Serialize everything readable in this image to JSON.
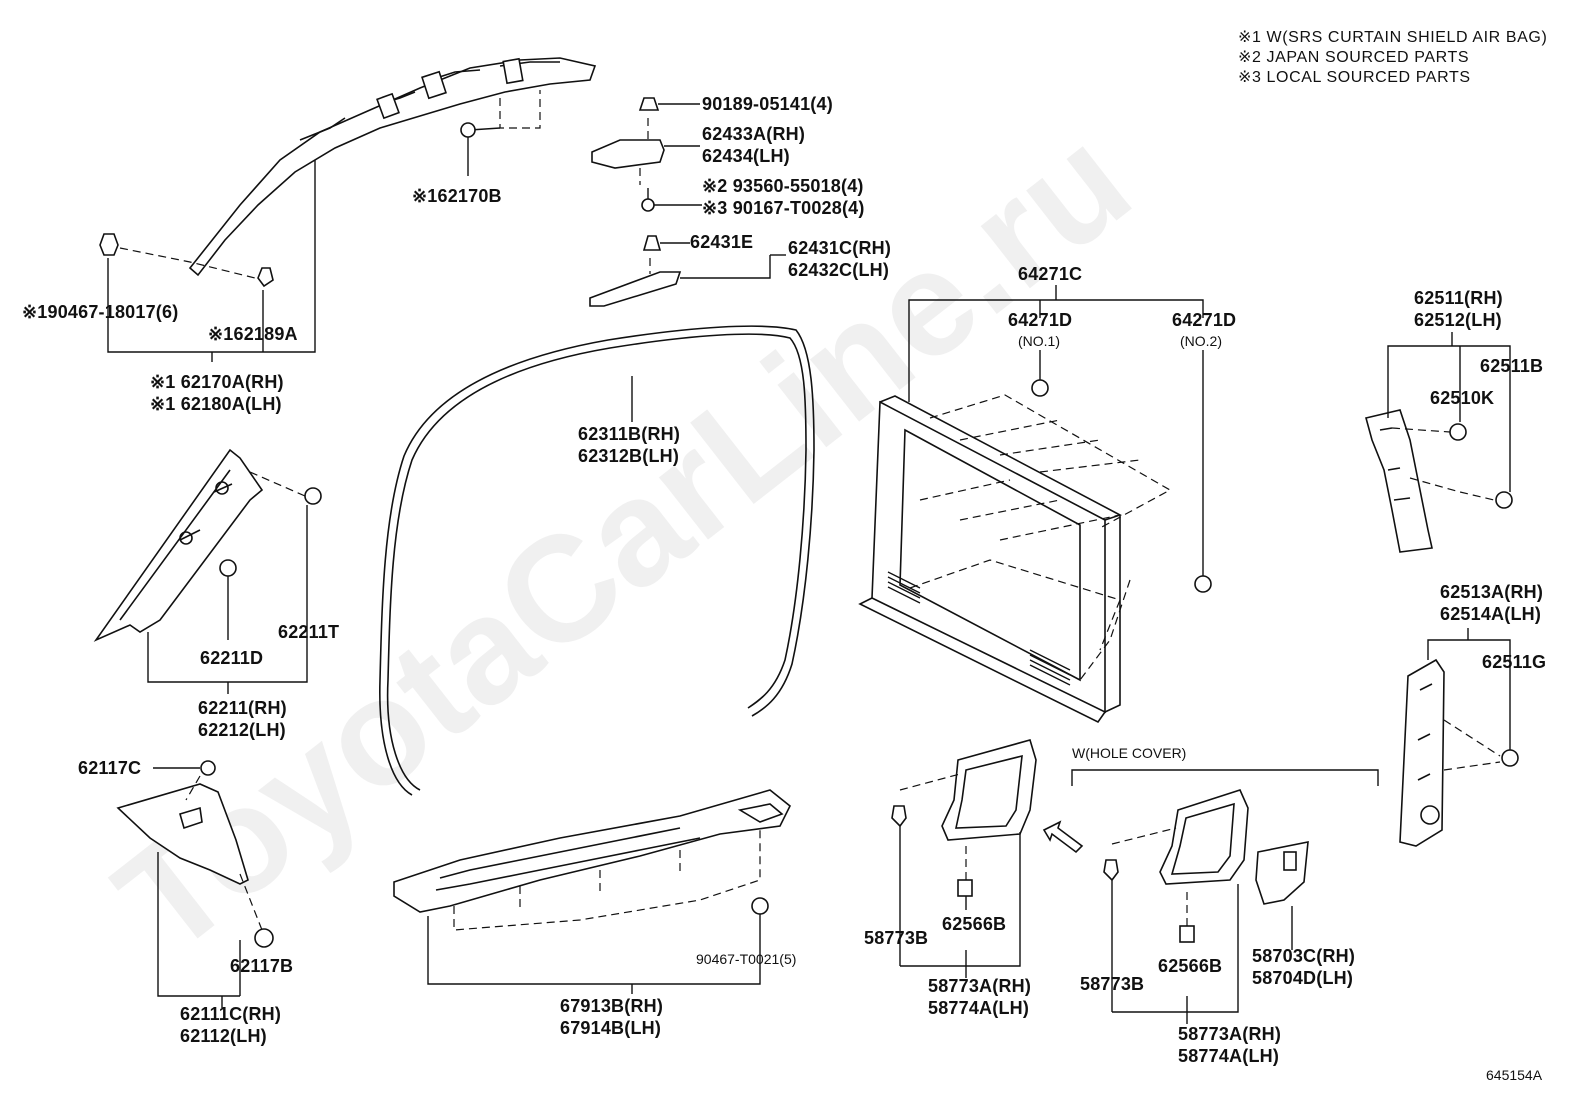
{
  "notes": [
    "※1 W(SRS CURTAIN SHIELD AIR BAG)",
    "※2 JAPAN SOURCED PARTS",
    "※3 LOCAL SOURCED PARTS"
  ],
  "watermark": "ToyotaCarLine.ru",
  "diagram_id": "645154A",
  "labels": {
    "l90189": "90189-05141(4)",
    "l62433a": "62433A(RH)",
    "l62434": "62434(LH)",
    "l93560": "※2 93560-55018(4)",
    "l90167": "※3 90167-T0028(4)",
    "l62431e": "62431E",
    "l62431c": "62431C(RH)",
    "l62432c": "62432C(LH)",
    "l62170b": "※162170B",
    "l90467a": "※190467-18017(6)",
    "l62189a": "※162189A",
    "l62170a": "※1 62170A(RH)",
    "l62180a": "※1 62180A(LH)",
    "l62311b": "62311B(RH)",
    "l62312b": "62312B(LH)",
    "l64271c": "64271C",
    "l64271d1": "64271D",
    "l64271d1n": "(NO.1)",
    "l64271d2": "64271D",
    "l64271d2n": "(NO.2)",
    "l62511": "62511(RH)",
    "l62512": "62512(LH)",
    "l62511b": "62511B",
    "l62510k": "62510K",
    "l62513a": "62513A(RH)",
    "l62514a": "62514A(LH)",
    "l62511g": "62511G",
    "l62211t": "62211T",
    "l62211d": "62211D",
    "l62211": "62211(RH)",
    "l62212": "62212(LH)",
    "l62117c": "62117C",
    "l62117b": "62117B",
    "l62111c": "62111C(RH)",
    "l62112": "62112(LH)",
    "l90467b": "90467-T0021(5)",
    "l67913b": "67913B(RH)",
    "l67914b": "67914B(LH)",
    "lhole": "W(HOLE COVER)",
    "l58773b1": "58773B",
    "l62566b1": "62566B",
    "l58773a1": "58773A(RH)",
    "l58774a1": "58774A(LH)",
    "l58773b2": "58773B",
    "l62566b2": "62566B",
    "l58703c": "58703C(RH)",
    "l58704d": "58704D(LH)",
    "l58773a2": "58773A(RH)",
    "l58774a2": "58774A(LH)"
  }
}
